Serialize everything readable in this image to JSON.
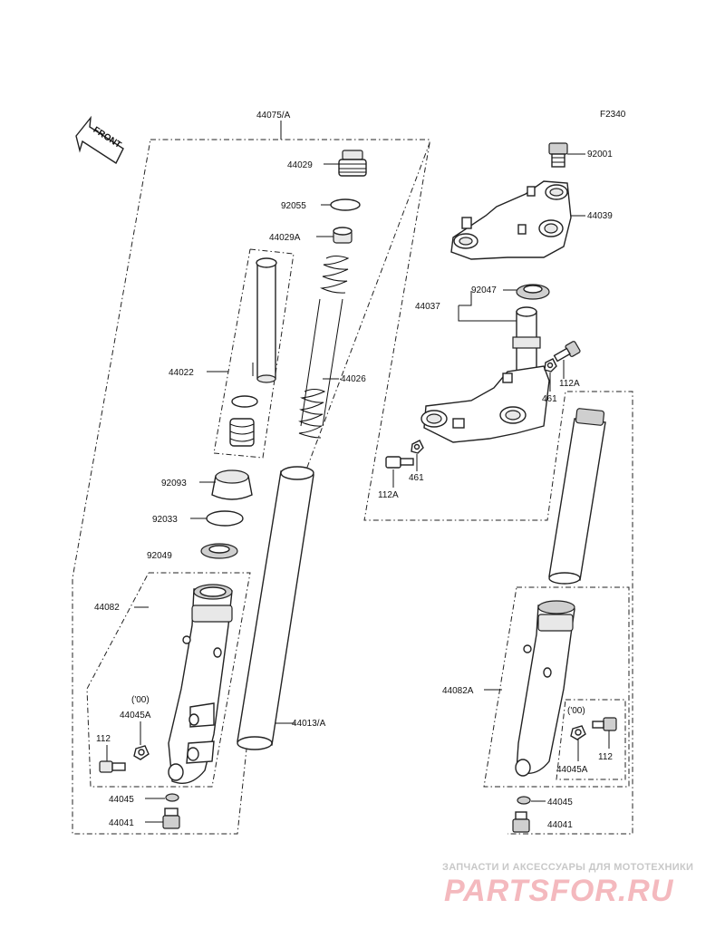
{
  "figure_code": "F2340",
  "front_arrow_text": "FRONT",
  "labels": {
    "assy_left": "44075/A",
    "cap_bolt": "44029",
    "oring": "92055",
    "collar": "44029A",
    "cylinder": "44022",
    "spring": "44026",
    "dust_seal": "92093",
    "snap_ring": "92033",
    "oil_seal": "92049",
    "outer_tube_left": "44082",
    "year_left": "('00)",
    "cap_left": "44045A",
    "bolt_left": "112",
    "inner_tube": "44013/A",
    "gasket_left": "44045",
    "socket_bolt_left": "44041",
    "upper_bolt": "92001",
    "upper_bracket": "44039",
    "stem_seal": "92047",
    "stem_assy": "44037",
    "stem_bolt_upper": "112A",
    "stem_nut_upper": "461",
    "stem_nut_lower": "461",
    "stem_bolt_lower": "112A",
    "outer_tube_right": "44082A",
    "year_right": "('00)",
    "bolt_right": "112",
    "cap_right": "44045A",
    "gasket_right": "44045",
    "socket_bolt_right": "44041"
  },
  "watermark": {
    "tagline": "ЗАПЧАСТИ И АКСЕССУАРЫ ДЛЯ МОТОТЕХНИКИ",
    "brand": "PARTSFOR.RU"
  }
}
